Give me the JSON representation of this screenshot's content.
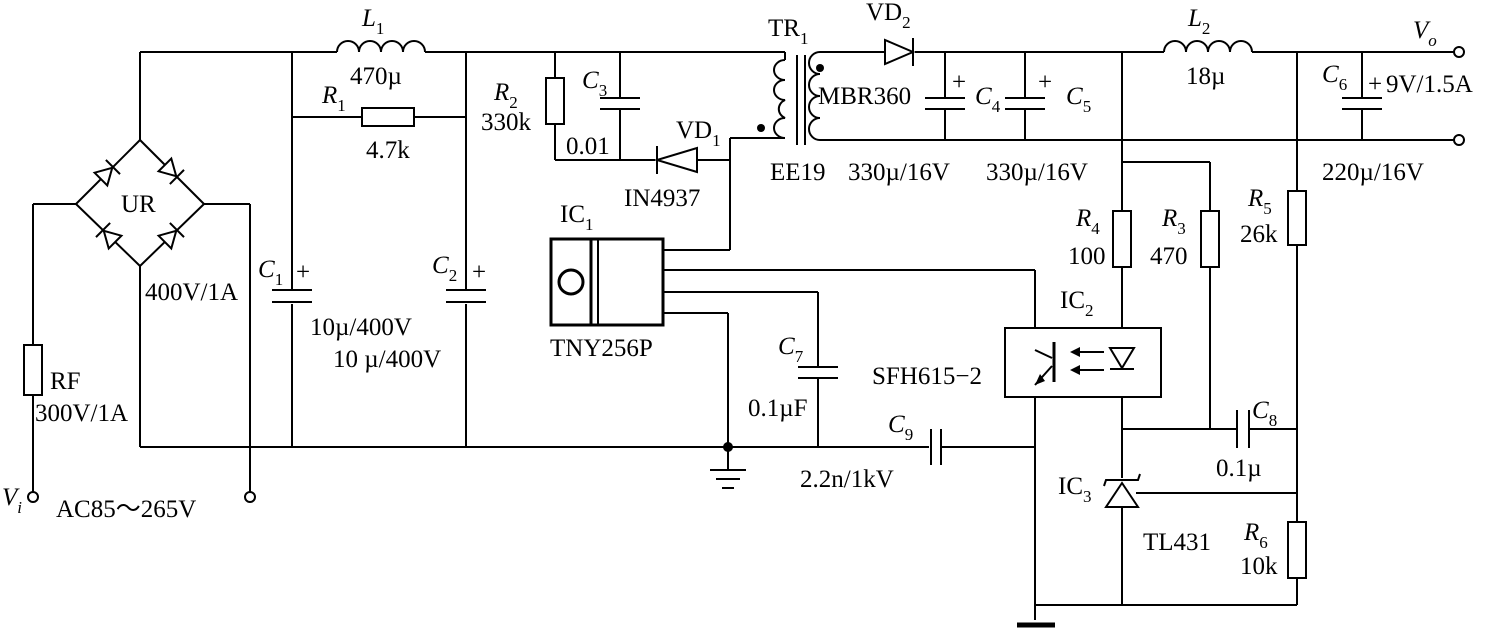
{
  "components": {
    "L1": {
      "sym": "L",
      "sub": "1",
      "value": "470µ"
    },
    "R1": {
      "sym": "R",
      "sub": "1",
      "value": "4.7k"
    },
    "R2": {
      "sym": "R",
      "sub": "2",
      "value": "330k"
    },
    "C3": {
      "sym": "C",
      "sub": "3",
      "value": "0.01"
    },
    "TR1": {
      "sym": "TR",
      "sub": "1",
      "type": "EE19"
    },
    "VD1": {
      "sym": "VD",
      "sub": "1",
      "type": "IN4937"
    },
    "VD2": {
      "sym": "VD",
      "sub": "2",
      "type": "MBR360"
    },
    "C4": {
      "sym": "C",
      "sub": "4",
      "value": "330µ/16V"
    },
    "C5": {
      "sym": "C",
      "sub": "5",
      "value": "330µ/16V"
    },
    "L2": {
      "sym": "L",
      "sub": "2",
      "value": "18µ"
    },
    "C6": {
      "sym": "C",
      "sub": "6",
      "value": "220µ/16V"
    },
    "UR": {
      "sym": "UR",
      "value": "400V/1A"
    },
    "RF": {
      "sym": "RF",
      "value": "300V/1A"
    },
    "C1": {
      "sym": "C",
      "sub": "1",
      "value": "10µ/400V"
    },
    "C2": {
      "sym": "C",
      "sub": "2",
      "value": "10 µ/400V"
    },
    "IC1": {
      "sym": "IC",
      "sub": "1",
      "type": "TNY256P"
    },
    "C7": {
      "sym": "C",
      "sub": "7",
      "value": "0.1µF"
    },
    "C9": {
      "sym": "C",
      "sub": "9",
      "value": "2.2n/1kV"
    },
    "R4": {
      "sym": "R",
      "sub": "4",
      "value": "100"
    },
    "R3": {
      "sym": "R",
      "sub": "3",
      "value": "470"
    },
    "R5": {
      "sym": "R",
      "sub": "5",
      "value": "26k"
    },
    "IC2": {
      "sym": "IC",
      "sub": "2",
      "type": "SFH615−2"
    },
    "C8": {
      "sym": "C",
      "sub": "8",
      "value": "0.1µ"
    },
    "IC3": {
      "sym": "IC",
      "sub": "3",
      "type": "TL431"
    },
    "R6": {
      "sym": "R",
      "sub": "6",
      "value": "10k"
    }
  },
  "terminals": {
    "vi": {
      "sym": "V",
      "sub": "i"
    },
    "vo": {
      "sym": "V",
      "sub": "o"
    },
    "ac_input": "AC85～265V",
    "output_rating": "9V/1.5A"
  },
  "polarity_mark": "+"
}
